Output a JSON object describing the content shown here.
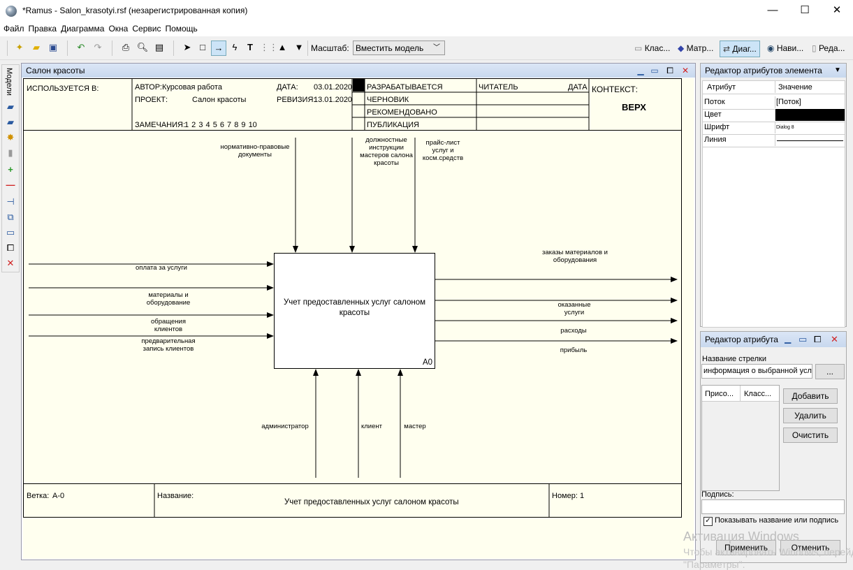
{
  "window": {
    "title": "*Ramus - Salon_krasotyi.rsf (незарегистрированная копия)",
    "minimize": "—",
    "maximize": "☐",
    "close": "✕"
  },
  "menu": [
    "Файл",
    "Правка",
    "Диаграмма",
    "Окна",
    "Сервис",
    "Помощь"
  ],
  "toolbar": {
    "zoom_label": "Масштаб:",
    "zoom_value": "Вместить модель",
    "tabs": [
      "Клас...",
      "Матр...",
      "Диаг...",
      "Нави...",
      "Реда..."
    ]
  },
  "left_panel": {
    "title": "Модели"
  },
  "diagram_window": {
    "title": "Салон красоты",
    "header": {
      "used_in": "ИСПОЛЬЗУЕТСЯ В:",
      "author_label": "АВТОР:",
      "author": "Курсовая работа",
      "project_label": "ПРОЕКТ:",
      "project": "Салон красоты",
      "date_label": "ДАТА:",
      "date": "03.01.2020",
      "revision_label": "РЕВИЗИЯ:",
      "revision": "13.01.2020",
      "notes_label": "ЗАМЕЧАНИЯ:",
      "notes": "1 2 3 4 5 6 7 8 9 10",
      "statuses": [
        "РАЗРАБАТЫВАЕТСЯ",
        "ЧЕРНОВИК",
        "РЕКОМЕНДОВАНО",
        "ПУБЛИКАЦИЯ"
      ],
      "reader": "ЧИТАТЕЛЬ",
      "reader_date": "ДАТА",
      "context": "КОНТЕКСТ:",
      "context_value": "ВЕРХ"
    },
    "process": {
      "name": "Учет предоставленных услуг салоном красоты",
      "id": "A0"
    },
    "controls": [
      "нормативно-правовые документы",
      "должностные инструкции мастеров салона красоты",
      "прайс-лист услуг и косм.средств"
    ],
    "inputs": [
      "оплата за услуги",
      "материалы и оборудование",
      "обращения клиентов",
      "предварительная запись клиентов"
    ],
    "outputs": [
      "заказы материалов и оборудования",
      "оказанные услуги",
      "расходы",
      "прибыль"
    ],
    "mechanisms": [
      "администратор",
      "клиент",
      "мастер"
    ],
    "footer": {
      "node_label": "Ветка:",
      "node": "А-0",
      "title_label": "Название:",
      "title": "Учет предоставленных услуг салоном красоты",
      "number_label": "Номер:",
      "number": "1"
    }
  },
  "attr_editor": {
    "title": "Редактор атрибутов элемента",
    "col_attr": "Атрибут",
    "col_value": "Значение",
    "rows": [
      {
        "k": "Поток",
        "v": "[Поток]"
      },
      {
        "k": "Цвет",
        "v": ""
      },
      {
        "k": "Шрифт",
        "v": "Dialog 8"
      },
      {
        "k": "Линия",
        "v": ""
      }
    ],
    "color_value_hex": "#000000"
  },
  "arrow_editor": {
    "title": "Редактор атрибута",
    "name_label": "Название стрелки",
    "name_value": "информация о выбранной услу",
    "browse": "...",
    "col1": "Присо...",
    "col2": "Класс...",
    "add": "Добавить",
    "delete": "Удалить",
    "clear": "Очистить",
    "caption_label": "Подпись:",
    "checkbox_label": "Показывать название или подпись",
    "apply": "Применить",
    "cancel": "Отменить"
  },
  "watermark": {
    "line1": "Активация Windows",
    "line2": "Чтобы активировать Windows, перейдите в",
    "line3": "\"Параметры\"."
  }
}
